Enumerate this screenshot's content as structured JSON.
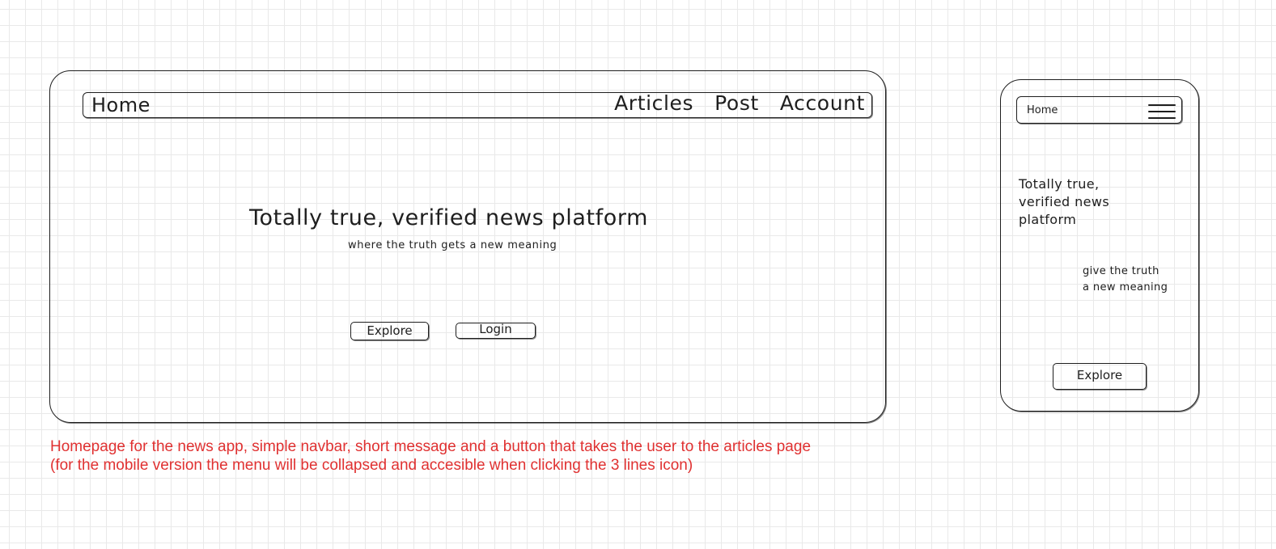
{
  "desktop": {
    "nav": {
      "home": "Home",
      "links": [
        "Articles",
        "Post",
        "Account"
      ]
    },
    "hero": {
      "title": "Totally true, verified news platform",
      "subtitle": "where the truth gets a new meaning"
    },
    "buttons": {
      "explore": "Explore",
      "login": "Login"
    }
  },
  "mobile": {
    "nav": {
      "home": "Home",
      "menu_icon": "hamburger-menu-icon"
    },
    "hero": {
      "title_lines": [
        "Totally true,",
        "verified news",
        "platform"
      ],
      "subtitle_lines": [
        "give the truth",
        "a new meaning"
      ]
    },
    "buttons": {
      "explore": "Explore"
    }
  },
  "annotation": {
    "lines": [
      "Homepage for the news app, simple navbar, short message and a button that takes the user to the articles page",
      "(for the mobile version the menu will be collapsed and accesible when clicking the 3 lines icon)"
    ],
    "color": "#e03131"
  },
  "colors": {
    "stroke": "#1e1e1e",
    "grid": "#e9e9e9",
    "background": "#ffffff"
  }
}
